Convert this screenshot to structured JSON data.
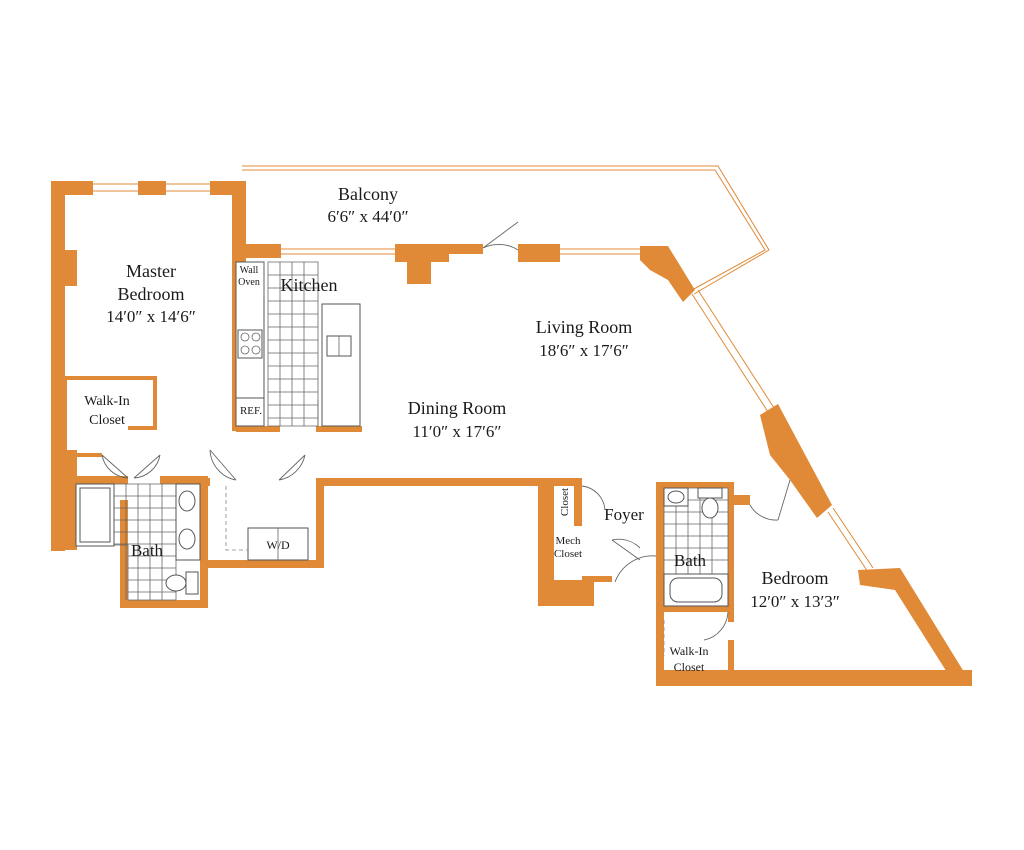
{
  "colors": {
    "wall": "#e08a38",
    "text": "#1a1a1a",
    "fixture": "#555555"
  },
  "rooms": {
    "balcony": {
      "name": "Balcony",
      "dims": "6′6″ x 44′0″"
    },
    "master": {
      "name_line1": "Master",
      "name_line2": "Bedroom",
      "dims": "14′0″ x 14′6″"
    },
    "kitchen": {
      "name": "Kitchen"
    },
    "wall_oven": {
      "line1": "Wall",
      "line2": "Oven"
    },
    "ref": {
      "name": "REF."
    },
    "living": {
      "name": "Living Room",
      "dims": "18′6″ x 17′6″"
    },
    "dining": {
      "name": "Dining Room",
      "dims": "11′0″ x 17′6″"
    },
    "walkin1": {
      "line1": "Walk-In",
      "line2": "Closet"
    },
    "bath1": {
      "name": "Bath"
    },
    "wd": {
      "name": "W/D"
    },
    "closet": {
      "name": "Closet"
    },
    "mech": {
      "line1": "Mech",
      "line2": "Closet"
    },
    "foyer": {
      "name": "Foyer"
    },
    "bath2": {
      "name": "Bath"
    },
    "bedroom": {
      "name": "Bedroom",
      "dims": "12′0″ x 13′3″"
    },
    "walkin2": {
      "line1": "Walk-In",
      "line2": "Closet"
    }
  }
}
